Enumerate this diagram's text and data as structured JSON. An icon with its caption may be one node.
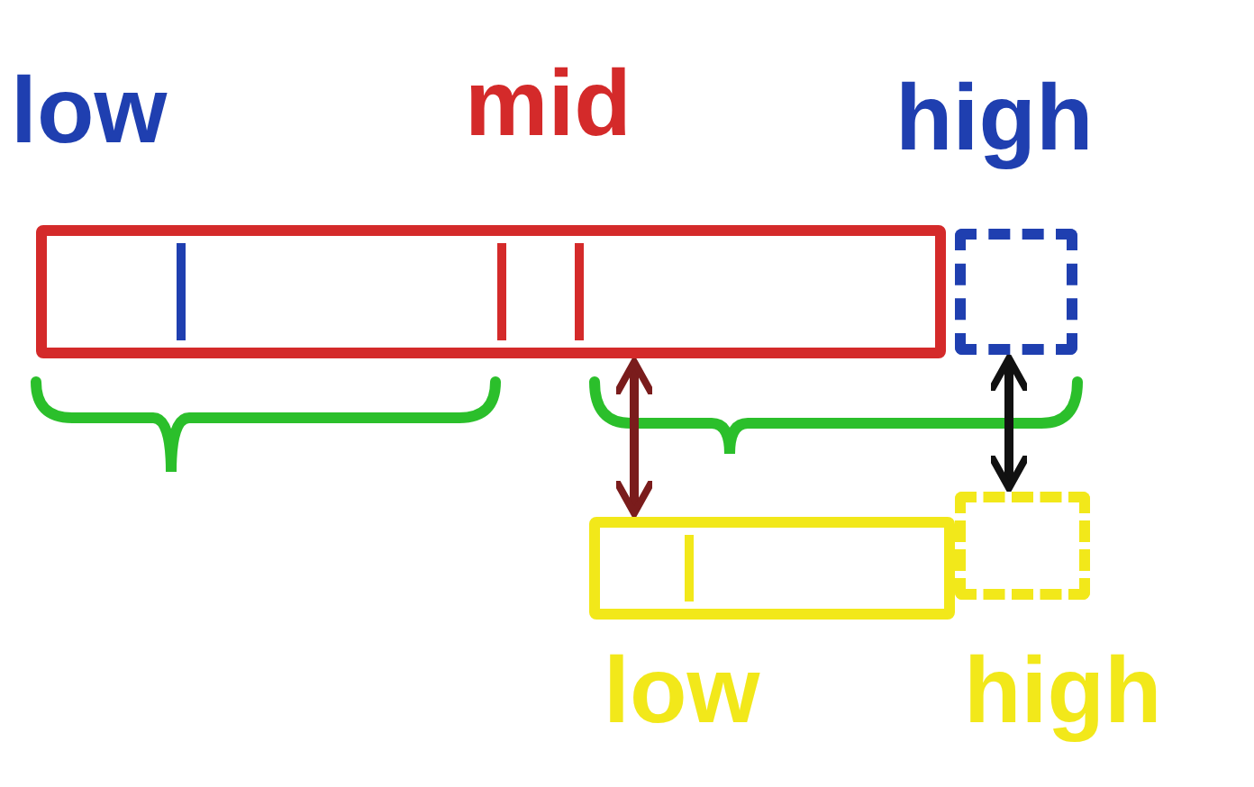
{
  "diagram": {
    "nodes": [
      {
        "text": [],
        "shape": "box"
      },
      {
        "text": [],
        "shape": "box"
      },
      {
        "text": [],
        "shape": "box"
      },
      {
        "text": [],
        "shape": "box"
      }
    ],
    "edges": [
      {
        "from": 0,
        "to": 2,
        "arrow": "both",
        "color": "#7a1c1c"
      },
      {
        "from": 1,
        "to": 3,
        "arrow": "both",
        "color": "#111111"
      }
    ],
    "labels": [
      "low",
      "mid",
      "high",
      "low",
      "high"
    ]
  }
}
